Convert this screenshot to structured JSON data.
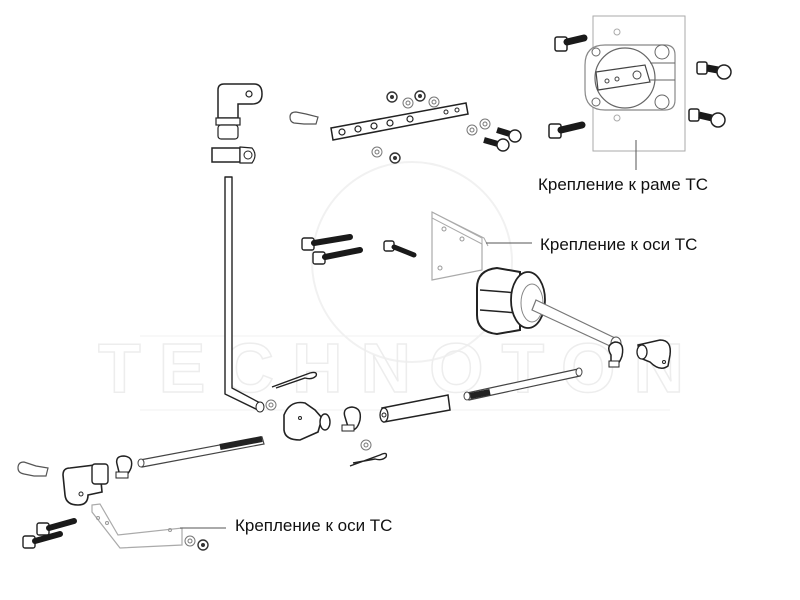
{
  "watermark": "TECHNOTON",
  "labels": {
    "frame_mount": "Крепление к раме ТС",
    "axle_mount_top": "Крепление к оси ТС",
    "axle_mount_bottom": "Крепление к оси ТС"
  },
  "colors": {
    "line": "#222222",
    "light_line": "#9a9a9a",
    "bolt_dark": "#1a1a1a",
    "watermark": "#f0f0f0"
  }
}
